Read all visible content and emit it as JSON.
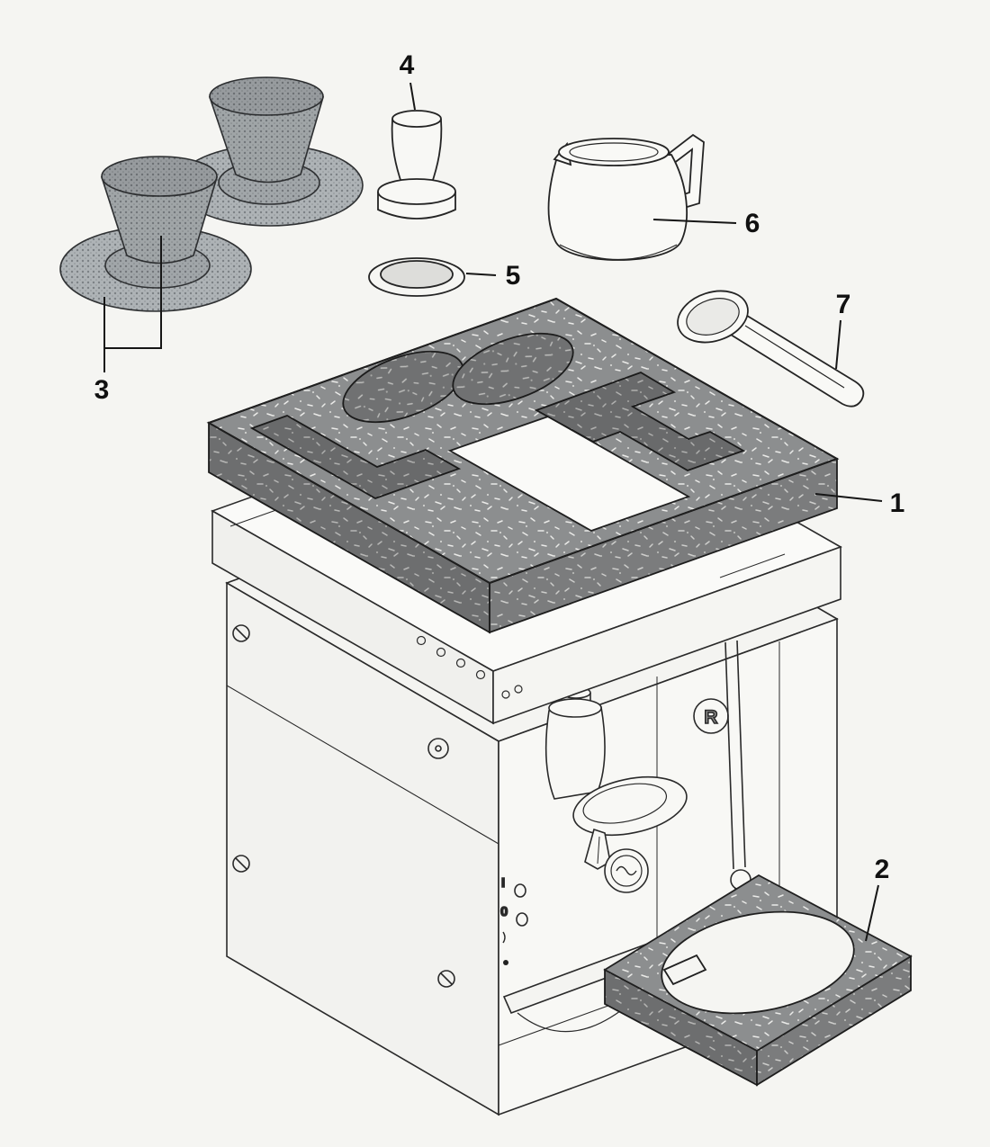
{
  "figure": {
    "kind": "exploded parts diagram of espresso machine packaging",
    "callouts": {
      "c1": "1",
      "c2": "2",
      "c3": "3",
      "c4": "4",
      "c5": "5",
      "c6": "6",
      "c7": "7"
    },
    "machine": {
      "logo_letter": "R",
      "switch_on_mark": "I",
      "switch_off_mark": "0"
    }
  },
  "colors": {
    "background": "#f5f5f2",
    "line": "#1f1f1f",
    "foam": "#8c8e8f",
    "foam_speckle": "#eaeae8",
    "ceramic_halftone": "#aeb3b6",
    "white_part": "#fafaf8"
  }
}
